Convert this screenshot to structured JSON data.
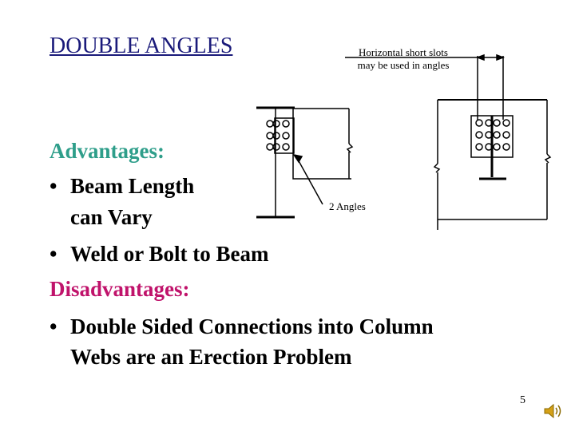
{
  "slide": {
    "title": "DOUBLE ANGLES",
    "notes": {
      "slots": [
        "Horizontal short slots",
        "may be used in angles"
      ],
      "angles": "2 Angles"
    },
    "advantages_heading": "Advantages:",
    "advantages": [
      {
        "bullet": "•",
        "line1": "Beam Length",
        "line2": "can Vary"
      },
      {
        "bullet": "•",
        "line1": "Weld or Bolt to Beam"
      }
    ],
    "disadvantages_heading": "Disadvantages:",
    "disadvantages": [
      {
        "bullet": "•",
        "line1": "Double Sided Connections into Column",
        "line2": "Webs are an Erection Problem"
      }
    ],
    "page_number": "5",
    "colors": {
      "title": "#1a1a7a",
      "advantages": "#2e9e8a",
      "disadvantages": "#c0136b"
    },
    "icons": {
      "audio": "speaker-icon"
    }
  }
}
